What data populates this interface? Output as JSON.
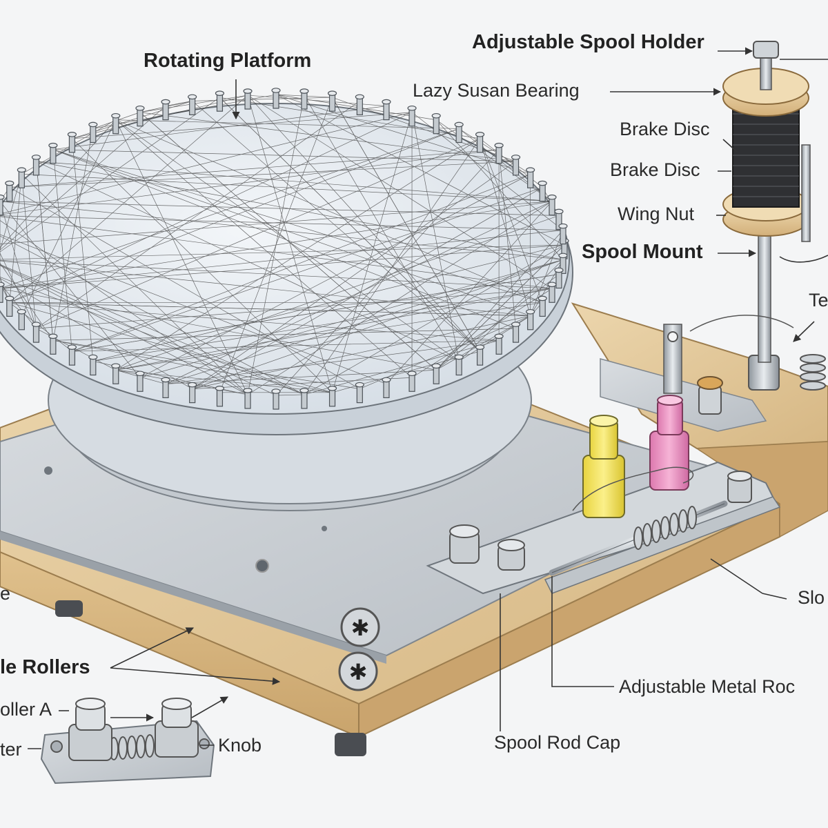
{
  "labels": {
    "rotating_platform": "Rotating Platform",
    "adjustable_spool_holder": "Adjustable Spool Holder",
    "lazy_susan_bearing": "Lazy Susan Bearing",
    "brake_disc_1": "Brake Disc",
    "brake_disc_2": "Brake Disc",
    "wing_nut": "Wing Nut",
    "spool_mount": "Spool Mount",
    "te_partial": "Te",
    "slo_partial": "Slo",
    "adjustable_metal_rod": "Adjustable Metal Roc",
    "spool_rod_cap": "Spool Rod Cap",
    "guide_rollers_partial": "le Rollers",
    "roller_a_partial": "oller A",
    "knob": "Knob",
    "ter_partial": "ter",
    "e_partial": "e"
  },
  "colors": {
    "background": "#f4f5f6",
    "wood": "#e2c89a",
    "metal_plate": "#c8ccd0",
    "acrylic": "#dfe6ec",
    "thread": "#3a3a3a",
    "yellow_pin": "#f2e35a",
    "pink_pin": "#ec8fc0"
  }
}
